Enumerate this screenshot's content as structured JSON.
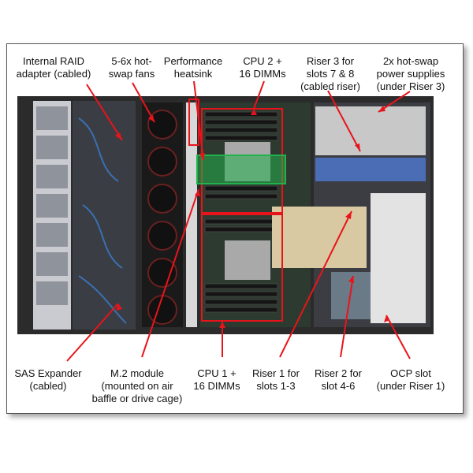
{
  "labels": {
    "internal_raid": "Internal RAID\nadapter (cabled)",
    "fans": "5-6x hot-\nswap fans",
    "heatsink": "Performance\nheatsink",
    "cpu2": "CPU 2 +\n16 DIMMs",
    "riser3": "Riser 3 for\nslots 7 & 8\n(cabled riser)",
    "power": "2x hot-swap\npower supplies\n(under Riser 3)",
    "sas": "SAS Expander\n(cabled)",
    "m2": "M.2 module\n(mounted on air\nbaffle or drive cage)",
    "cpu1": "CPU 1 +\n16 DIMMs",
    "riser1": "Riser 1 for\nslots 1-3",
    "riser2": "Riser 2 for\nslot 4-6",
    "ocp": "OCP slot\n(under Riser 1)"
  },
  "colors": {
    "pointer": "#e8141b",
    "highlight_green": "#22b14c",
    "chassis": "#2b2b2b",
    "drive_bay": "#c9cbd0",
    "riser_card": "#d9c9a3"
  }
}
